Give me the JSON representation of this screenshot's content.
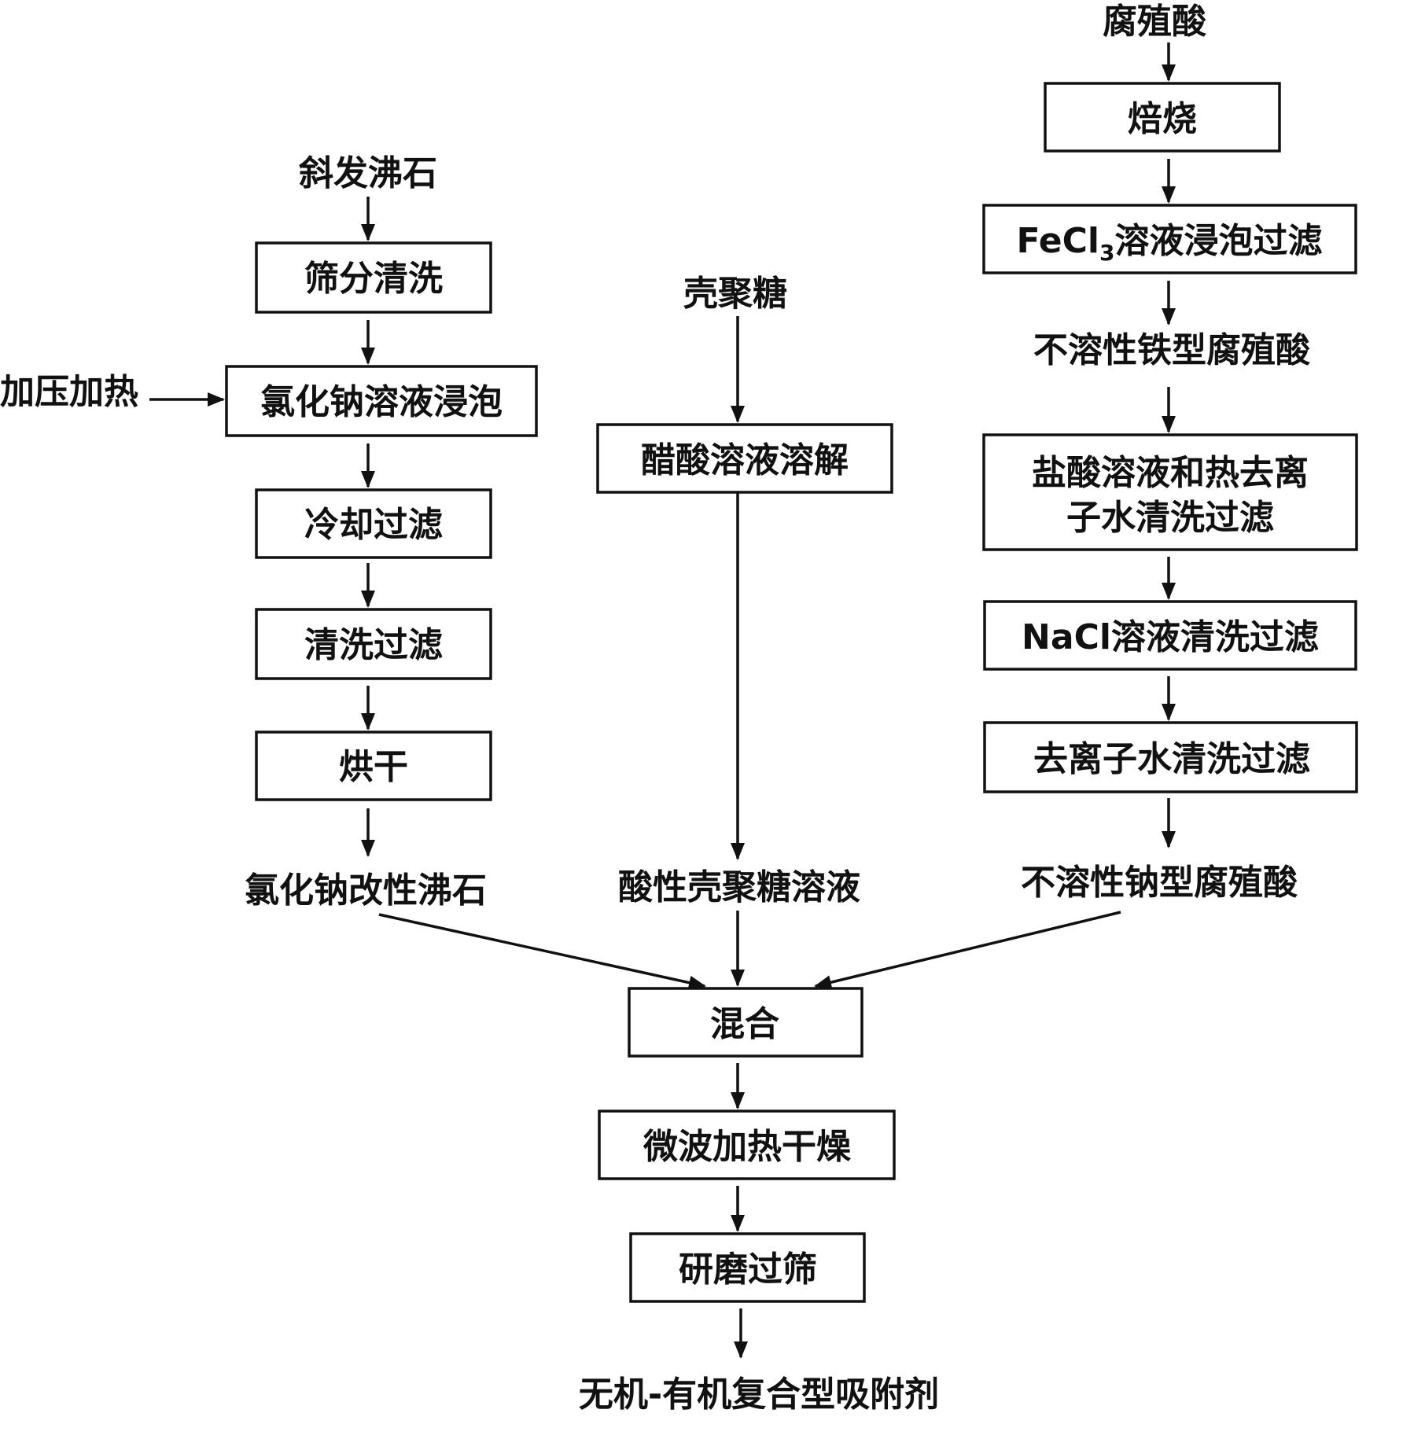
{
  "left": {
    "input": "斜发沸石",
    "side_input": "加压加热",
    "steps": [
      "筛分清洗",
      "氯化钠溶液浸泡",
      "冷却过滤",
      "清洗过滤",
      "烘干"
    ],
    "output": "氯化钠改性沸石"
  },
  "middle": {
    "input": "壳聚糖",
    "step": "醋酸溶液溶解",
    "output": "酸性壳聚糖溶液"
  },
  "right": {
    "input": "腐殖酸",
    "step1": "焙烧",
    "step2_prefix": "FeCl",
    "step2_sub": "3",
    "step2_suffix": "溶液浸泡过滤",
    "intermediate": "不溶性铁型腐殖酸",
    "step3_line1": "盐酸溶液和热去离",
    "step3_line2": "子水清洗过滤",
    "step4": "NaCl溶液清洗过滤",
    "step5": "去离子水清洗过滤",
    "output": "不溶性钠型腐殖酸"
  },
  "bottom": {
    "steps": [
      "混合",
      "微波加热干燥",
      "研磨过筛"
    ],
    "product": "无机-有机复合型吸附剂"
  }
}
